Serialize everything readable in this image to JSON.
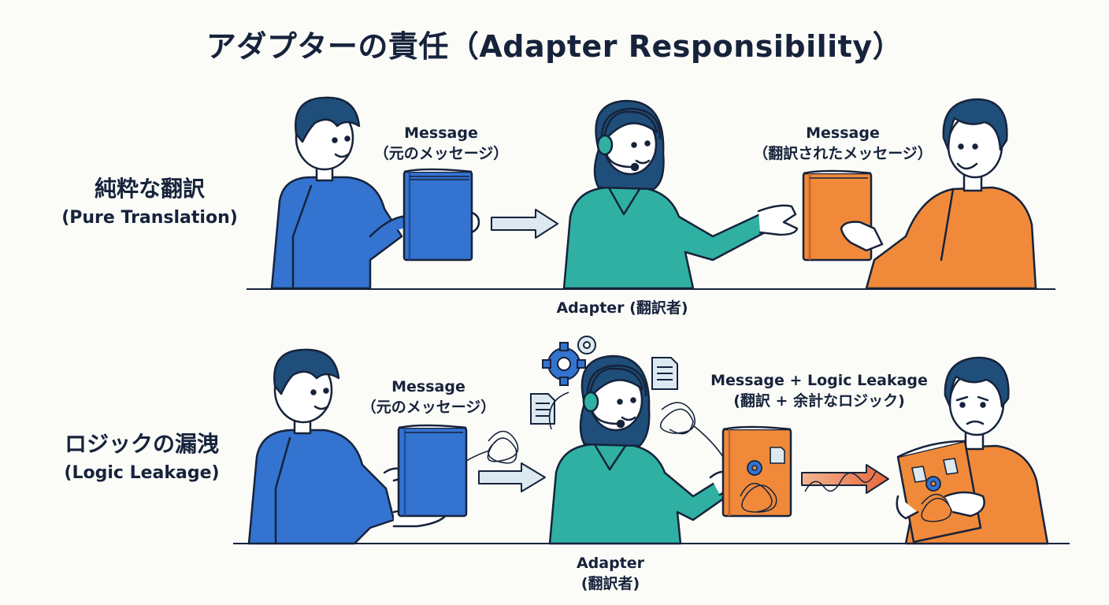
{
  "title": "アダプターの責任（Adapter Responsibility）",
  "rows": [
    {
      "label_jp": "純粋な翻訳",
      "label_en": "(Pure Translation)",
      "input_message": [
        "Message",
        "（元のメッセージ）"
      ],
      "output_message": [
        "Message",
        "（翻訳されたメッセージ）"
      ],
      "adapter_caption": [
        "Adapter (翻訳者)"
      ]
    },
    {
      "label_jp": "ロジックの漏洩",
      "label_en": "(Logic Leakage)",
      "input_message": [
        "Message",
        "（元のメッセージ）"
      ],
      "output_message": [
        "Message + Logic Leakage",
        "(翻訳 + 余計なロジック)"
      ],
      "adapter_caption": [
        "Adapter",
        "(翻訳者)"
      ]
    }
  ],
  "colors": {
    "navy": "#16233b",
    "blue": "#3473d0",
    "teal": "#2fb0a2",
    "orange": "#f08a3a",
    "skin": "#ffffff"
  },
  "icons": [
    "book-icon",
    "arrow-icon",
    "gear-icon",
    "document-icon",
    "scribble-icon",
    "headset-icon"
  ]
}
